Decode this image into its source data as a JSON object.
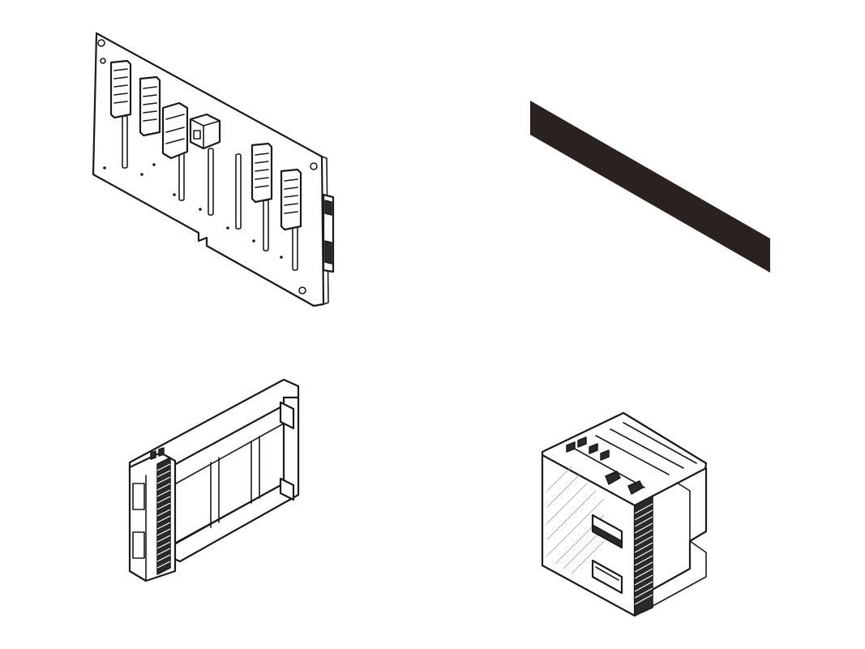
{
  "figure": {
    "items": [
      {
        "id": "backplane",
        "icon": "backplane-board-icon"
      },
      {
        "id": "cable",
        "icon": "flat-cable-icon",
        "color": "#2b2220"
      },
      {
        "id": "blank-tray",
        "icon": "drive-tray-blank-icon"
      },
      {
        "id": "drive-carrier",
        "icon": "drive-carrier-icon"
      }
    ]
  },
  "colors": {
    "line": "#1a1a1a",
    "background": "#ffffff",
    "cable": "#2b2220"
  }
}
